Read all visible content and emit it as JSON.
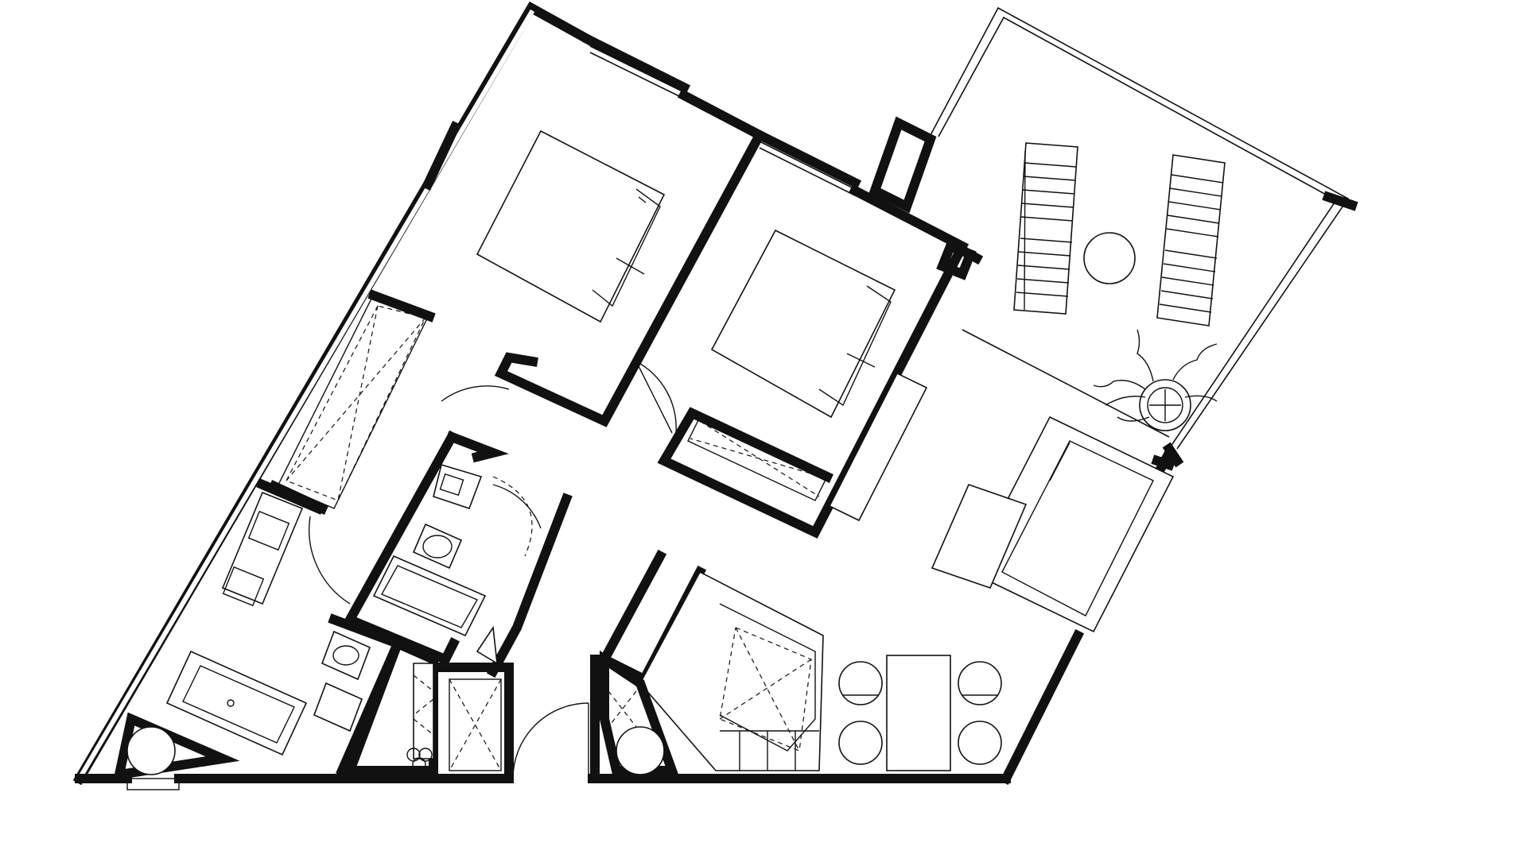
{
  "plan": {
    "rooms": [
      "bedroom",
      "bedroom",
      "bathroom",
      "bathroom",
      "laundry",
      "kitchen",
      "living-dining",
      "terrace"
    ],
    "colors": {
      "line": "#111111",
      "background": "#ffffff"
    }
  }
}
